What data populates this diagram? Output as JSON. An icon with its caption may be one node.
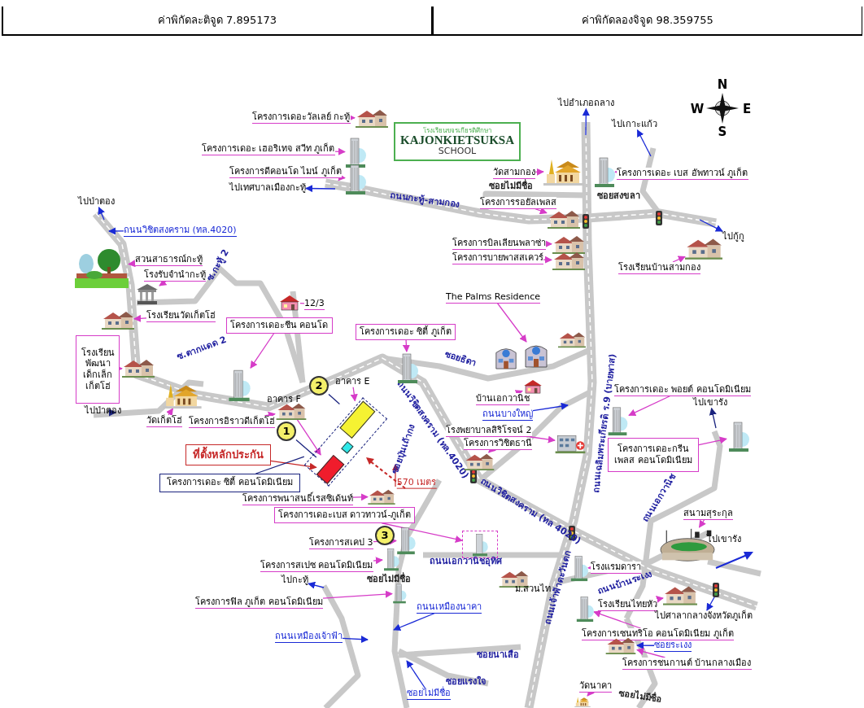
{
  "diagram": {
    "nodes": [
      {
        "text": [
          "โครงการเดอะวัลเลย์ กะทู้"
        ]
      },
      {
        "text": [],
        "shape": "picture"
      },
      {
        "text": [
          "โครงการเดอะ เฮอริเทจ สวีท ภูเก็ต"
        ]
      },
      {
        "text": [],
        "shape": "picture"
      },
      {
        "text": [
          "โครงการดีคอนโด ไมน์ ภูเก็ต"
        ]
      },
      {
        "text": [],
        "shape": "picture"
      },
      {
        "text": [
          "ไปเทศบาลเมืองกะทู้"
        ]
      },
      {
        "text": [
          "โรงเรียนขจรเกียรติศึกษา",
          "KAJONKIETSUKSA",
          "SCHOOL"
        ]
      },
      {
        "text": [
          "ไปอำเภอถลาง"
        ]
      },
      {
        "text": [
          "ไปเกาะแก้ว"
        ]
      },
      {
        "text": [
          "วัดสามกอง"
        ]
      },
      {
        "text": [],
        "shape": "picture"
      },
      {
        "text": [
          "โครงการเดอะ เบส อัพทาวน์ ภูเก็ต"
        ]
      },
      {
        "text": [],
        "shape": "picture"
      },
      {
        "text": [
          "โครงการรอยัลเพลส"
        ]
      },
      {
        "text": [],
        "shape": "picture"
      },
      {
        "text": [
          "ไปกู้กู"
        ]
      },
      {
        "text": [
          "โครงการบิลเลียนพลาซ่า"
        ]
      },
      {
        "text": [],
        "shape": "picture"
      },
      {
        "text": [
          "โครงการบายพาสสเควร์"
        ]
      },
      {
        "text": [],
        "shape": "picture"
      },
      {
        "text": [
          "โรงเรียนบ้านสามกอง"
        ]
      },
      {
        "text": [],
        "shape": "picture"
      },
      {
        "text": [
          "ไปป่าตอง"
        ]
      },
      {
        "text": [
          "ถนนวิชิตสงคราม (ทล.4020)"
        ]
      },
      {
        "text": [
          "สวนสาธารณ์กะทู้"
        ]
      },
      {
        "text": [],
        "shape": "picture"
      },
      {
        "text": [
          "โรงรับจำนำกะทู้"
        ]
      },
      {
        "text": [],
        "shape": "picture"
      },
      {
        "text": [
          "12/3"
        ]
      },
      {
        "text": [],
        "shape": "picture"
      },
      {
        "text": [
          "The Palms Residence"
        ]
      },
      {
        "text": [],
        "shape": "picture"
      },
      {
        "text": [
          "โรงเรียนวัดเก็ตโฮ่"
        ]
      },
      {
        "text": [],
        "shape": "picture"
      },
      {
        "text": [
          "โครงการเดอะชีน คอนโด"
        ]
      },
      {
        "text": [],
        "shape": "picture"
      },
      {
        "text": [
          "โครงการเดอะ ซิตี้ ภูเก็ต"
        ]
      },
      {
        "text": [],
        "shape": "picture"
      },
      {
        "text": [
          "โรงเรียน พัฒนา เด็กเล็ก เก็ตโฮ่"
        ]
      },
      {
        "text": [],
        "shape": "picture"
      },
      {
        "text": [
          "วัดเก็ตโฮ่"
        ]
      },
      {
        "text": [],
        "shape": "picture"
      },
      {
        "text": [
          "โครงการอิราวดีเก็ตโฮ่"
        ]
      },
      {
        "text": [],
        "shape": "picture"
      },
      {
        "text": [
          "ไปป่าตอง"
        ]
      },
      {
        "text": [
          "อาคาร E"
        ]
      },
      {
        "text": [
          "อาคาร F"
        ]
      },
      {
        "text": [
          "2"
        ]
      },
      {
        "text": [
          "1"
        ]
      },
      {
        "text": [],
        "shape": "box",
        "in": 54
      },
      {
        "text": [],
        "shape": "box",
        "in": 54
      },
      {
        "text": [
          "ที่ตั้งหลักประกัน"
        ]
      },
      {
        "text": [
          "โครงการเดอะ ซิตี้ คอนโดมิเนียม"
        ]
      },
      {
        "text": [],
        "shape": "box"
      },
      {
        "text": [
          "โครงการพนาสนธิ์เรสซิเด้นท์"
        ]
      },
      {
        "text": [],
        "shape": "picture"
      },
      {
        "text": [
          "บ้านเอกวานิช"
        ]
      },
      {
        "text": [],
        "shape": "picture"
      },
      {
        "text": [
          "ถนนบางใหญ่"
        ]
      },
      {
        "text": [
          "โรงพยาบาลสิริโรจน์ 2"
        ]
      },
      {
        "text": [],
        "shape": "picture"
      },
      {
        "text": [
          "โครงการวิชิตธานี"
        ]
      },
      {
        "text": [],
        "shape": "picture"
      },
      {
        "text": [
          "โครงการเดอะ พอยต์ คอนโดมิเนียม"
        ]
      },
      {
        "text": [],
        "shape": "picture"
      },
      {
        "text": [
          "ไปเขารัง"
        ]
      },
      {
        "text": [
          "โครงการเดอะกรีนเพลส คอนโดมิเนียม"
        ]
      },
      {
        "text": [],
        "shape": "picture"
      },
      {
        "text": [
          "โครงการเดอะเบส ดาวทาวน์-ภูเก็ต"
        ]
      },
      {
        "text": [],
        "shape": "picture"
      },
      {
        "text": [
          "สนามสุระกุล"
        ]
      },
      {
        "text": [],
        "shape": "picture"
      },
      {
        "text": [
          "3"
        ]
      },
      {
        "text": [
          "โครงการสเคป 3"
        ]
      },
      {
        "text": [],
        "shape": "picture"
      },
      {
        "text": [
          "โครงการสเปซ คอนโดมิเนียม"
        ]
      },
      {
        "text": [],
        "shape": "picture"
      },
      {
        "text": [
          "ไปกะทู้"
        ]
      },
      {
        "text": [
          "โครงการฟิล ภูเก็ต คอนโดมิเนียม"
        ]
      },
      {
        "text": [],
        "shape": "picture"
      },
      {
        "text": [
          "โรงแรมดารา"
        ]
      },
      {
        "text": [],
        "shape": "picture"
      },
      {
        "text": [
          "โรงเรียนไทยหัว"
        ]
      },
      {
        "text": [],
        "shape": "picture"
      },
      {
        "text": [
          "ไปศาลากลางจังหวัดภูเก็ต"
        ]
      },
      {
        "text": [
          "ถนนเหมืองนาคา"
        ]
      },
      {
        "text": [
          "ถนนเหมืองเจ้าฟ้า"
        ]
      },
      {
        "text": [
          "โครงการเซนทริโอ คอนโดมิเนียม ภูเก็ต"
        ]
      },
      {
        "text": [],
        "shape": "picture"
      },
      {
        "text": [
          "ซอยระเงง"
        ]
      },
      {
        "text": [
          "โครงการชนกานต์ บ้านกลางเมือง"
        ]
      },
      {
        "text": [],
        "shape": "picture"
      },
      {
        "text": [
          "ซอยไม่มีชื่อ"
        ]
      },
      {
        "text": [
          "วัดนาคา"
        ]
      },
      {
        "text": [],
        "shape": "picture"
      }
    ],
    "edges": [
      {
        "from": 0,
        "to": 1,
        "arrow": "to"
      },
      {
        "from": 2,
        "to": 3,
        "arrow": "to"
      },
      {
        "from": 4,
        "to": 5,
        "arrow": "to"
      },
      {
        "from": null,
        "to": 6,
        "arrow": "to",
        "color": "#1a2ad6"
      },
      {
        "from": null,
        "to": 8,
        "arrow": "to",
        "color": "#1a2ad6"
      },
      {
        "from": null,
        "to": 9,
        "arrow": "to",
        "color": "#1a2ad6"
      },
      {
        "from": 10,
        "to": 11,
        "arrow": "to"
      },
      {
        "from": 12,
        "to": 13,
        "arrow": "to"
      },
      {
        "from": 14,
        "to": 15,
        "arrow": "to"
      },
      {
        "from": null,
        "to": 16,
        "arrow": "to",
        "color": "#1a2ad6"
      },
      {
        "from": 17,
        "to": 18,
        "arrow": "to"
      },
      {
        "from": 19,
        "to": 20,
        "arrow": "to"
      },
      {
        "from": 21,
        "to": 22,
        "arrow": "to"
      },
      {
        "from": null,
        "to": 23,
        "arrow": "to",
        "color": "#1a2ad6"
      },
      {
        "from": 24,
        "to": null,
        "arrow": "to",
        "color": "#1a2ad6"
      },
      {
        "from": 25,
        "to": 26,
        "arrow": "to"
      },
      {
        "from": 27,
        "to": 28,
        "arrow": "to"
      },
      {
        "from": 29,
        "to": 30,
        "arrow": "none"
      },
      {
        "from": 31,
        "to": 32,
        "arrow": "to"
      },
      {
        "from": 33,
        "to": 34,
        "arrow": "to"
      },
      {
        "from": 35,
        "to": 36,
        "arrow": "to"
      },
      {
        "from": 37,
        "to": 38,
        "arrow": "to"
      },
      {
        "from": 39,
        "to": 40,
        "arrow": "to"
      },
      {
        "from": 41,
        "to": 42,
        "arrow": "to"
      },
      {
        "from": 43,
        "to": 44,
        "arrow": "to"
      },
      {
        "from": null,
        "to": 45,
        "arrow": "to",
        "color": "#1a237e"
      },
      {
        "from": 46,
        "to": 50,
        "arrow": "to"
      },
      {
        "from": 47,
        "to": 51,
        "arrow": "to"
      },
      {
        "from": 48,
        "to": 50,
        "arrow": "none",
        "color": "#1a237e"
      },
      {
        "from": 49,
        "to": 51,
        "arrow": "none",
        "color": "#1a237e"
      },
      {
        "from": 52,
        "to": 51,
        "arrow": "to",
        "color": "#c62828"
      },
      {
        "from": 53,
        "to": 54,
        "arrow": "none",
        "color": "#1a237e"
      },
      {
        "from": 55,
        "to": 56,
        "arrow": "to"
      },
      {
        "from": 57,
        "to": 58,
        "arrow": "to"
      },
      {
        "from": 59,
        "to": null,
        "arrow": "to",
        "color": "#1a2ad6"
      },
      {
        "from": 60,
        "to": 61,
        "arrow": "to"
      },
      {
        "from": 62,
        "to": 63,
        "arrow": "to"
      },
      {
        "from": 64,
        "to": 65,
        "arrow": "to"
      },
      {
        "from": null,
        "to": 66,
        "arrow": "to",
        "color": "#1a237e"
      },
      {
        "from": 67,
        "to": 68,
        "arrow": "to"
      },
      {
        "from": 69,
        "to": 70,
        "arrow": "to"
      },
      {
        "from": 71,
        "to": 72,
        "arrow": "to"
      },
      {
        "from": 74,
        "to": 75,
        "arrow": "to"
      },
      {
        "from": 76,
        "to": 77,
        "arrow": "to"
      },
      {
        "from": null,
        "to": 78,
        "arrow": "to",
        "color": "#1a2ad6"
      },
      {
        "from": 79,
        "to": 80,
        "arrow": "to"
      },
      {
        "from": 81,
        "to": 82,
        "arrow": "to"
      },
      {
        "from": 83,
        "to": 84,
        "arrow": "to"
      },
      {
        "from": null,
        "to": 85,
        "arrow": "to",
        "color": "#1a2ad6"
      },
      {
        "from": 86,
        "to": null,
        "arrow": "to",
        "color": "#1a2ad6"
      },
      {
        "from": 87,
        "to": null,
        "arrow": "to",
        "color": "#1a2ad6"
      },
      {
        "from": 88,
        "to": 89,
        "arrow": "to"
      },
      {
        "from": 90,
        "to": 92,
        "arrow": "to",
        "color": "#1a2ad6"
      },
      {
        "from": 91,
        "to": 92,
        "arrow": "to"
      },
      {
        "from": 93,
        "to": null,
        "arrow": "to",
        "color": "#1a2ad6"
      },
      {
        "from": 94,
        "to": 95,
        "arrow": "to"
      }
    ],
    "labels": [
      "ค่าพิกัดละติจูด 7.895173",
      "ค่าพิกัดลองจิจูด 98.359755",
      "N",
      "W",
      "E",
      "S",
      "ถนนกะทู้-สามกอง",
      "ซอยไม่มีชื่อ",
      "ซอยสงขลา",
      "ซ.กะทู้ 2",
      "ซอยธิดา",
      "ซ.ตากแดด 2",
      "ถนนวิชิตสงคราม (ทล.4020)",
      "ซอยปุ่นเถ้ากง",
      "570 เมตร",
      "ถนนเฉลิมพระเกียรติ ร.9 (บายพาส)",
      "ถนนวิชิตสงคราม (ทล 4020)",
      "ถนนเอกวานิช",
      "ไปเขารัง",
      "ซอยไม่มีชื่อ",
      "ถนนเอกวานิชอุทิศ",
      "ม.สวนไท",
      "ถนนบ้านระเงง",
      "ถนนเจ้าฟ้าตะวันตก",
      "ซอยนาเสือ",
      "ซอยแรงใจ",
      "ซอยไม่มีชื่อ"
    ]
  }
}
